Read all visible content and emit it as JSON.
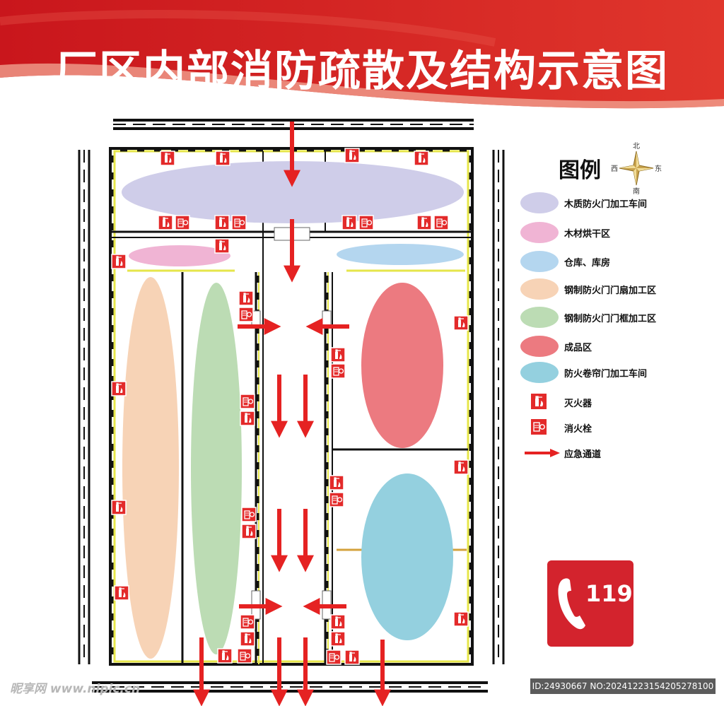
{
  "header": {
    "title": "厂区内部消防疏散及结构示意图",
    "bg_color": "#d72a2a"
  },
  "compass": {
    "north": "北",
    "south": "南",
    "east": "东",
    "west": "西"
  },
  "legend": {
    "title": "图例",
    "zones": [
      {
        "label": "木质防火门加工车间",
        "color": "#cfcde9"
      },
      {
        "label": "木材烘干区",
        "color": "#f0b4d4"
      },
      {
        "label": "仓库、库房",
        "color": "#b4d6ef"
      },
      {
        "label": "钢制防火门门扇加工区",
        "color": "#f7d3b6"
      },
      {
        "label": "钢制防火门门框加工区",
        "color": "#bcdcb4"
      },
      {
        "label": "成品区",
        "color": "#ec7a80"
      },
      {
        "label": "防火卷帘门加工车间",
        "color": "#94d0df"
      }
    ],
    "symbols": [
      {
        "label": "灭火器",
        "icon": "fire-extinguisher-icon"
      },
      {
        "label": "消火栓",
        "icon": "fire-hydrant-icon"
      },
      {
        "label": "应急通道",
        "icon": "evacuation-arrow-icon"
      }
    ]
  },
  "emergency": {
    "number": "119",
    "icon": "phone-icon",
    "bg_color": "#d3232d"
  },
  "watermark": {
    "site": "昵享网 www.nipic.cn",
    "id": "ID:24930667 NO:20241223154205278100"
  },
  "colors": {
    "wall": "#111111",
    "yellow_line": "#e6e64a",
    "arrow": "#e52222",
    "sign": "#e32a2a"
  }
}
